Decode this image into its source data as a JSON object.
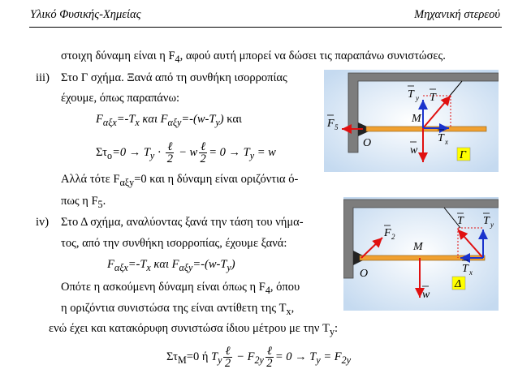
{
  "header": {
    "left": "Υλικό Φυσικής-Χημείας",
    "right": "Μηχανική στερεού"
  },
  "body": {
    "line1": "στοιχη δύναμη είναι η F",
    "line1_sub": "4",
    "line1_end": ", αφού αυτή μπορεί να δώσει τις παραπάνω συνιστώσες.",
    "item3_marker": "iii)",
    "item3_line1": "Στο Γ σχήμα. Ξανά από τη συνθήκη ισορροπίας",
    "item3_line2": "έχουμε, όπως παραπάνω:",
    "eq3a": "F",
    "eq3a_sub": "αξx",
    "eq3a_rest": "=-T",
    "eq3a_sub2": "x",
    "eq3a_kai": " και ",
    "eq3a_f2": "F",
    "eq3a_sub3": "αξy",
    "eq3a_rest2": "=-(w-T",
    "eq3a_sub4": "y",
    "eq3a_close": ")",
    "eq3a_tail": " και",
    "eq3b_lhs": "Στ",
    "eq3b_lhs_sub": "o",
    "eq3b_mid": "=0 → T",
    "eq3b_ty_sub": "y",
    "eq3b_dot": " · ",
    "eq3b_frac_num": "ℓ",
    "eq3b_frac_den": "2",
    "eq3b_minus": " − w",
    "eq3b_end": "= 0 → T",
    "eq3b_end_sub": "y",
    "eq3b_eq": " = w",
    "item3_line3": "Αλλά τότε F",
    "item3_line3_sub": "αξy",
    "item3_line3_end": "=0 και η δύναμη είναι οριζόντια ό-",
    "item3_line4": "πως η F",
    "item3_line4_sub": "5",
    "item3_line4_end": ".",
    "item4_marker": "iv)",
    "item4_line1": "Στο Δ σχήμα, αναλύοντας ξανά την τάση του νήμα-",
    "item4_line2": "τος, από την συνθήκη ισορροπίας, έχουμε ξανά:",
    "eq4a": "F",
    "eq4a_sub": "αξx",
    "eq4a_rest": "=-T",
    "eq4a_sub2": "x",
    "eq4a_kai": " και ",
    "eq4a_f2": "F",
    "eq4a_sub3": "αξy",
    "eq4a_rest2": "=-(w-T",
    "eq4a_sub4": "y",
    "eq4a_close": ")",
    "item4_line3": "Οπότε η ασκούμενη δύναμη είναι όπως η F",
    "item4_line3_sub": "4",
    "item4_line3_end": ", όπου",
    "item4_line4": "η οριζόντια συνιστώσα της είναι αντίθετη της T",
    "item4_line4_sub": "x",
    "item4_line4_end": ",",
    "item4_line5": "ενώ έχει και κατακόρυφη συνιστώσα ίδιου μέτρου με την T",
    "item4_line5_sub": "y",
    "item4_line5_end": ":",
    "eq_final_lhs": "Στ",
    "eq_final_lhs_sub": "Μ",
    "eq_final_mid": "=0 ή ",
    "eq_final_t": "T",
    "eq_final_t_sub": "y",
    "eq_final_frac_num": "ℓ",
    "eq_final_frac_den": "2",
    "eq_final_minus": " − F",
    "eq_final_f_sub": "2y",
    "eq_final_end": "= 0 → T",
    "eq_final_end_sub": "y",
    "eq_final_eq": " = F",
    "eq_final_eq_sub": "2y"
  },
  "figure_gamma": {
    "label_T": "T",
    "label_Ty": "T",
    "label_Ty_sub": "y",
    "label_Tx": "T",
    "label_Tx_sub": "x",
    "label_M": "M",
    "label_F5": "F",
    "label_F5_sub": "5",
    "label_O": "O",
    "label_w": "w",
    "badge": "Γ"
  },
  "figure_delta": {
    "label_T": "T",
    "label_Ty": "T",
    "label_Ty_sub": "y",
    "label_Tx": "T",
    "label_Tx_sub": "x",
    "label_M": "M",
    "label_F2": "F",
    "label_F2_sub": "2",
    "label_O": "O",
    "label_w": "w",
    "badge": "Δ"
  },
  "colors": {
    "bg_panel": "#c5daf0",
    "wall": "#7d7d7d",
    "rod": "#f0a030",
    "red": "#e01010",
    "blue": "#1a33cc",
    "badge": "#ffff00"
  }
}
